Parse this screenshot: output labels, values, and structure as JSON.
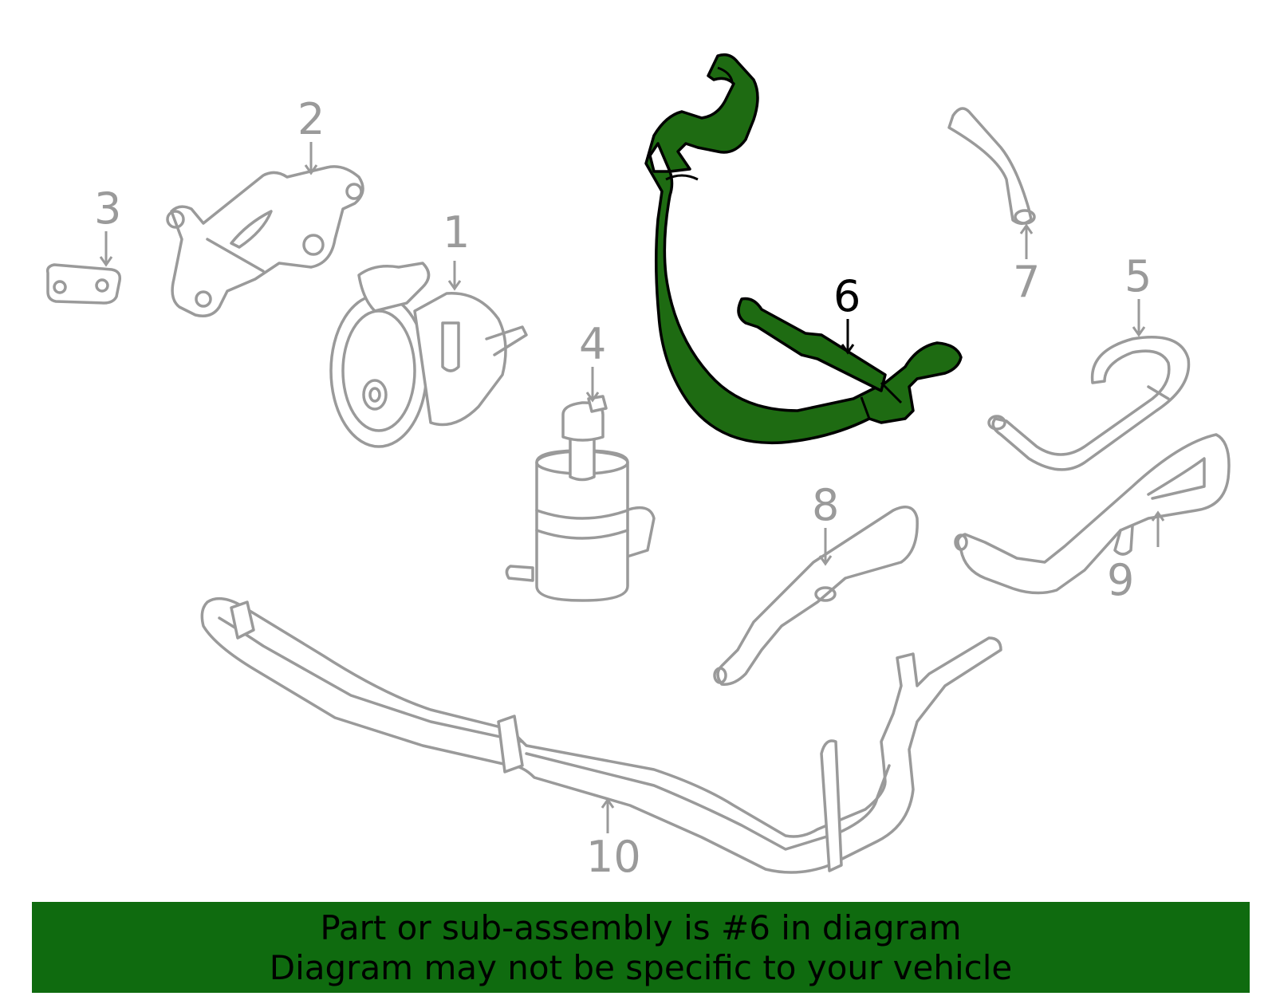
{
  "diagram": {
    "callouts": [
      "1",
      "2",
      "3",
      "4",
      "5",
      "6",
      "7",
      "8",
      "9",
      "10"
    ],
    "highlighted_callout": "6",
    "highlight_color": "#1e6b12"
  },
  "banner": {
    "line1": "Part or sub-assembly is #6 in diagram",
    "line2": "Diagram may not be specific to your vehicle",
    "background_color": "#0f6b0f"
  }
}
